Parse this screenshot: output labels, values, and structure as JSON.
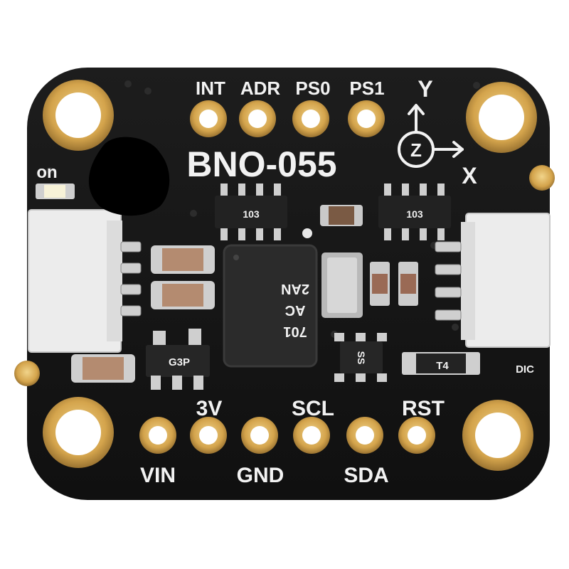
{
  "board": {
    "title": "BNO-055",
    "top_pins": [
      "INT",
      "ADR",
      "PS0",
      "PS1"
    ],
    "bottom_labels_upper": [
      "3V",
      "SCL",
      "RST"
    ],
    "bottom_labels_lower": [
      "VIN",
      "GND",
      "SDA"
    ],
    "led_label": "on",
    "axis_labels": {
      "y": "Y",
      "x": "X",
      "z": "Z"
    },
    "resistor_network_marks": [
      "103",
      "103"
    ],
    "chip_marks": [
      "701",
      "AC",
      "2AN"
    ],
    "regulator_mark": "G3P",
    "small_ic_mark": "SS",
    "diode_mark": "T4",
    "corner_mark": "DIC"
  },
  "colors": {
    "pcb": "#161616",
    "silkscreen": "#f2f2f2",
    "gold": "#d4a44c",
    "connector": "#ececec",
    "chip": "#2a2a2a"
  }
}
